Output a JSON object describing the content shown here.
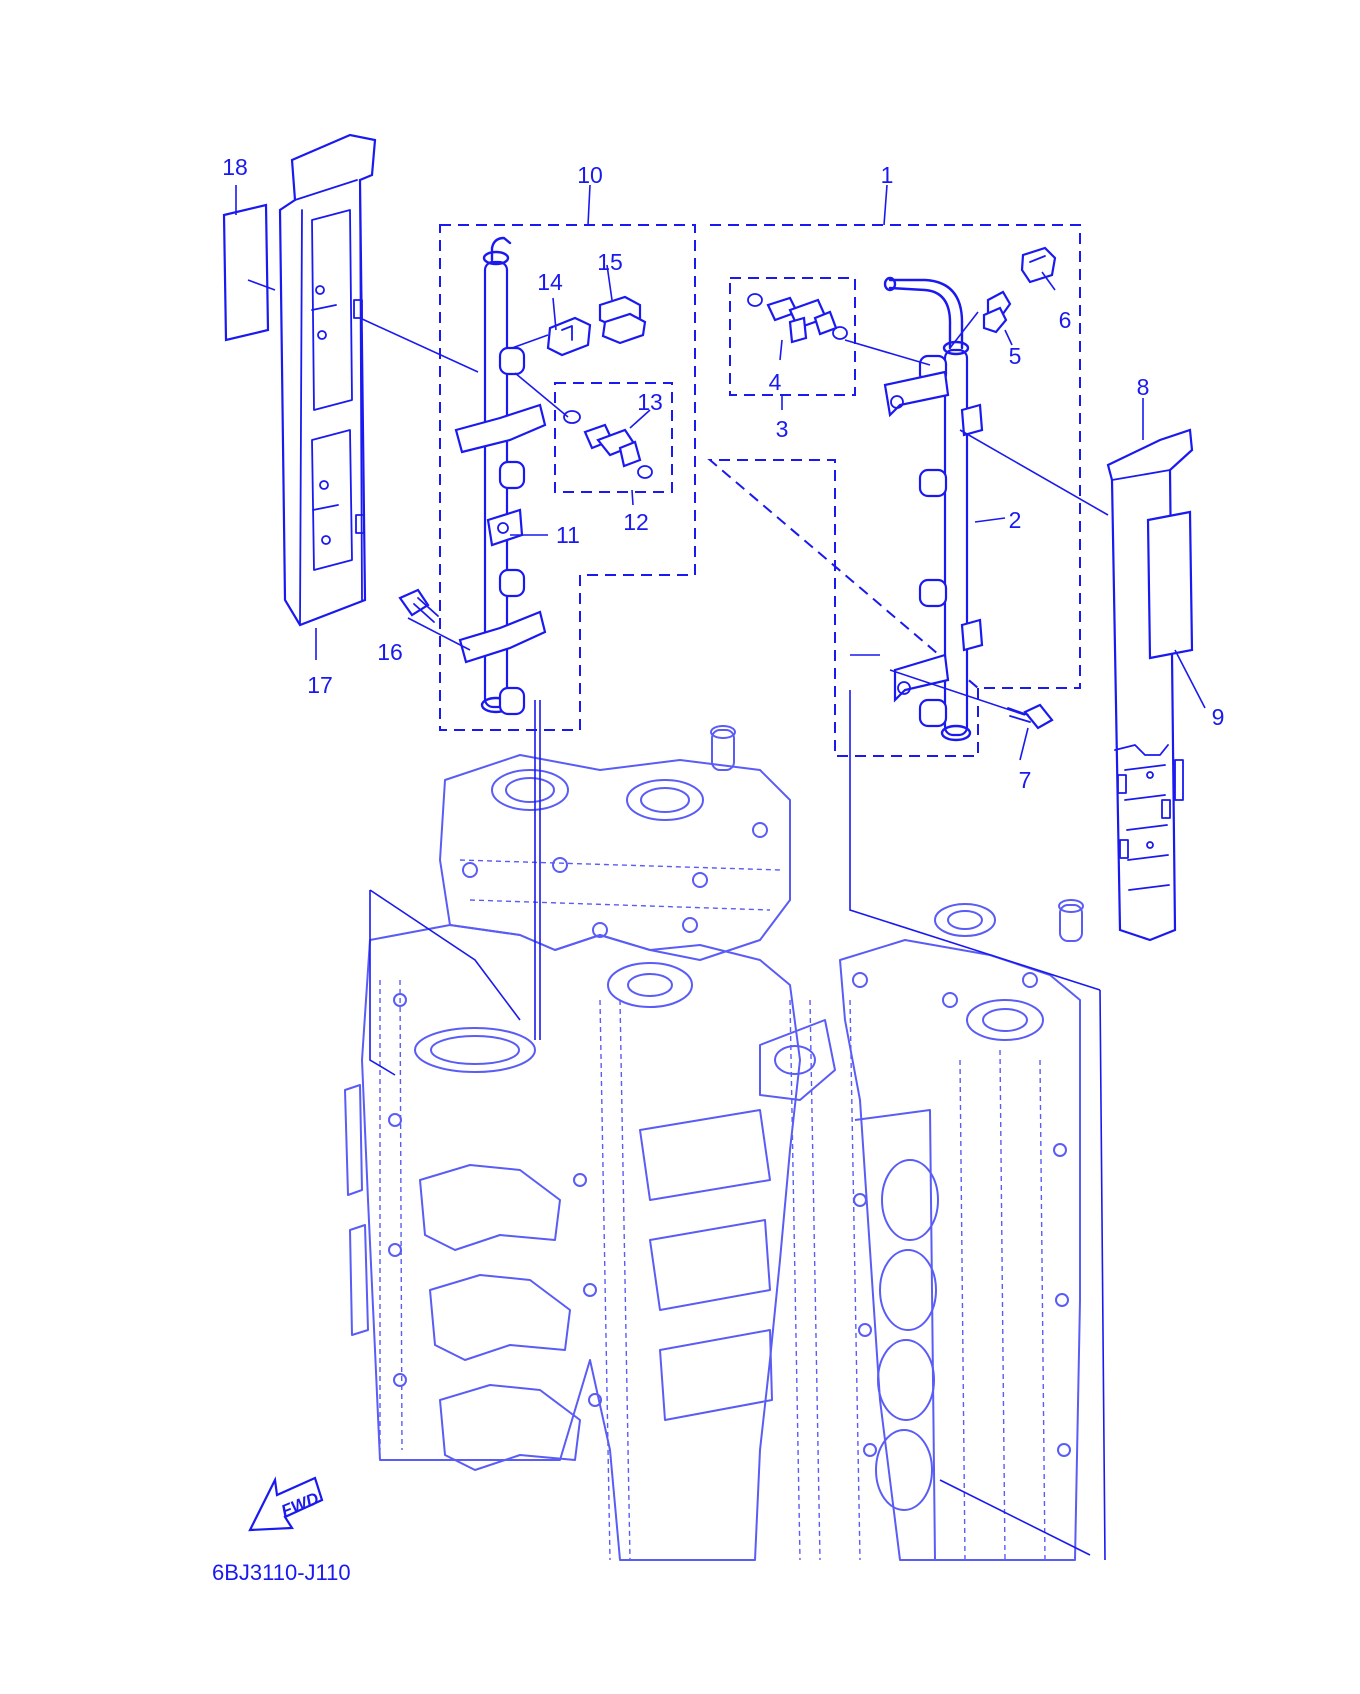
{
  "diagram": {
    "diagram_code": "6BJ3110-J110",
    "fwd_label": "FWD",
    "callouts": [
      {
        "id": "1",
        "text": "1"
      },
      {
        "id": "2",
        "text": "2"
      },
      {
        "id": "3",
        "text": "3"
      },
      {
        "id": "4",
        "text": "4"
      },
      {
        "id": "5",
        "text": "5"
      },
      {
        "id": "6",
        "text": "6"
      },
      {
        "id": "7",
        "text": "7"
      },
      {
        "id": "8",
        "text": "8"
      },
      {
        "id": "9",
        "text": "9"
      },
      {
        "id": "10",
        "text": "10"
      },
      {
        "id": "11",
        "text": "11"
      },
      {
        "id": "12",
        "text": "12"
      },
      {
        "id": "13",
        "text": "13"
      },
      {
        "id": "14",
        "text": "14"
      },
      {
        "id": "15",
        "text": "15"
      },
      {
        "id": "16",
        "text": "16"
      },
      {
        "id": "17",
        "text": "17"
      },
      {
        "id": "18",
        "text": "18"
      }
    ]
  },
  "colors": {
    "line": "#1a1af0",
    "engine": "#5a5cf6",
    "background": "#ffffff"
  }
}
